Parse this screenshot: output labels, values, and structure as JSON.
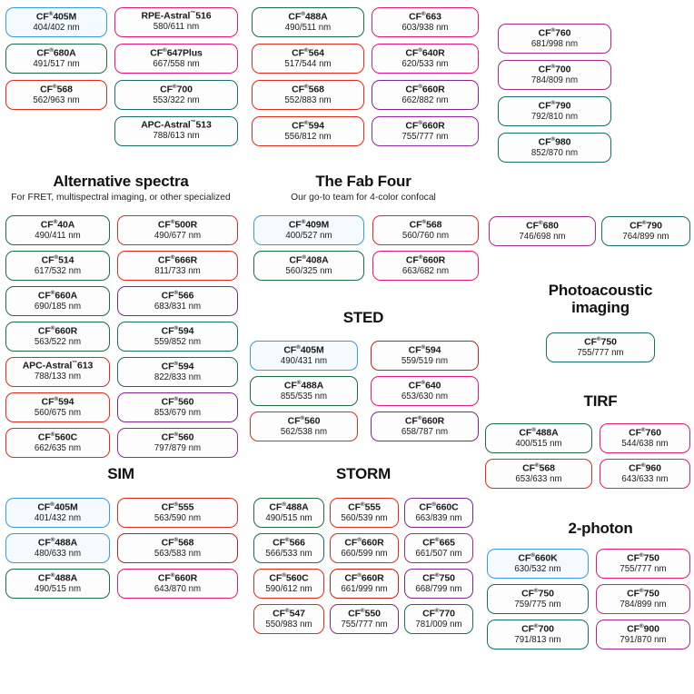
{
  "page": {
    "title": "CF Dye fluorophore selection chart",
    "background": "#ffffff",
    "registered_mark": "®",
    "trademark_mark": "™"
  },
  "palette": {
    "blue": "#3b9ad9",
    "green": "#1f6b43",
    "teal": "#1b6b68",
    "red": "#e02b20",
    "darkred": "#c0211c",
    "pink": "#e3197c",
    "magenta": "#d4218f",
    "purple": "#7b2a8c",
    "violet": "#8e2d9e",
    "plum": "#a22d86"
  },
  "sections": [
    {
      "id": "top-left",
      "heading": "",
      "subheading": "",
      "columns": 2,
      "boxes": [
        {
          "name": "CF®405M",
          "spec": "404/402 nm",
          "color": "blue"
        },
        {
          "name": "RPE-Astral™516",
          "spec": "580/611 nm",
          "color": "pink"
        },
        {
          "name": "CF®680A",
          "spec": "491/517 nm",
          "color": "green"
        },
        {
          "name": "CF®647Plus",
          "spec": "667/558 nm",
          "color": "pink"
        },
        {
          "name": "CF®568",
          "spec": "562/963 nm",
          "color": "red"
        },
        {
          "name": "CF®700",
          "spec": "553/322 nm",
          "color": "teal"
        },
        {
          "name": "",
          "spec": "",
          "color": "none"
        },
        {
          "name": "APC-Astral™513",
          "spec": "788/613 nm",
          "color": "teal"
        }
      ]
    },
    {
      "id": "top-middle",
      "heading": "",
      "subheading": "",
      "columns": 2,
      "boxes": [
        {
          "name": "CF®488A",
          "spec": "490/511 nm",
          "color": "green"
        },
        {
          "name": "CF®663",
          "spec": "603/938 nm",
          "color": "pink"
        },
        {
          "name": "CF®564",
          "spec": "517/544 nm",
          "color": "red"
        },
        {
          "name": "CF®640R",
          "spec": "620/533 nm",
          "color": "pink"
        },
        {
          "name": "CF®568",
          "spec": "552/883 nm",
          "color": "red"
        },
        {
          "name": "CF®660R",
          "spec": "662/882 nm",
          "color": "purple"
        },
        {
          "name": "CF®594",
          "spec": "556/812 nm",
          "color": "red"
        },
        {
          "name": "CF®660R",
          "spec": "755/777 nm",
          "color": "violet"
        }
      ]
    },
    {
      "id": "top-right",
      "heading": "",
      "subheading": "",
      "columns": 1,
      "boxes": [
        {
          "name": "CF®760",
          "spec": "681/998 nm",
          "color": "plum"
        },
        {
          "name": "CF®700",
          "spec": "784/809 nm",
          "color": "plum"
        },
        {
          "name": "CF®790",
          "spec": "792/810 nm",
          "color": "teal"
        },
        {
          "name": "CF®980",
          "spec": "852/870 nm",
          "color": "teal"
        }
      ]
    },
    {
      "id": "alternative-spectra",
      "heading": "Alternative spectra",
      "subheading": "For FRET, multispectral imaging, or other specialized",
      "columns": 2,
      "boxes": [
        {
          "name": "CF®40A",
          "spec": "490/411 nm",
          "color": "green"
        },
        {
          "name": "CF®500R",
          "spec": "490/677 nm",
          "color": "red"
        },
        {
          "name": "CF®514",
          "spec": "617/532 nm",
          "color": "green"
        },
        {
          "name": "CF®666R",
          "spec": "811/733 nm",
          "color": "red"
        },
        {
          "name": "CF®660A",
          "spec": "690/185 nm",
          "color": "green"
        },
        {
          "name": "CF®566",
          "spec": "683/831 nm",
          "color": "purple"
        },
        {
          "name": "CF®660R",
          "spec": "563/522 nm",
          "color": "green"
        },
        {
          "name": "CF®594",
          "spec": "559/852 nm",
          "color": "teal"
        },
        {
          "name": "APC-Astral™613",
          "spec": "788/133 nm",
          "color": "red"
        },
        {
          "name": "CF®594",
          "spec": "822/833 nm",
          "color": "teal"
        },
        {
          "name": "CF®594",
          "spec": "560/675 nm",
          "color": "red"
        },
        {
          "name": "CF®560",
          "spec": "853/679 nm",
          "color": "purple"
        },
        {
          "name": "CF®560C",
          "spec": "662/635 nm",
          "color": "red"
        },
        {
          "name": "CF®560",
          "spec": "797/879 nm",
          "color": "violet"
        }
      ]
    },
    {
      "id": "fab-four",
      "heading": "The Fab Four",
      "subheading": "Our go-to team for 4-color confocal",
      "columns": 2,
      "boxes": [
        {
          "name": "CF®409M",
          "spec": "400/527 nm",
          "color": "blue"
        },
        {
          "name": "CF®568",
          "spec": "560/760 nm",
          "color": "red"
        },
        {
          "name": "CF®408A",
          "spec": "560/325 nm",
          "color": "green"
        },
        {
          "name": "CF®660R",
          "spec": "663/682 nm",
          "color": "pink"
        }
      ]
    },
    {
      "id": "sted",
      "heading": "STED",
      "subheading": "",
      "columns": 2,
      "boxes": [
        {
          "name": "CF®405M",
          "spec": "490/431 nm",
          "color": "blue"
        },
        {
          "name": "CF®594",
          "spec": "559/519 nm",
          "color": "darkred"
        },
        {
          "name": "CF®488A",
          "spec": "855/535 nm",
          "color": "green"
        },
        {
          "name": "CF®640",
          "spec": "653/630 nm",
          "color": "pink"
        },
        {
          "name": "CF®560",
          "spec": "562/538 nm",
          "color": "red"
        },
        {
          "name": "CF®660R",
          "spec": "658/787 nm",
          "color": "purple"
        }
      ]
    },
    {
      "id": "sim",
      "heading": "SIM",
      "subheading": "",
      "columns": 2,
      "boxes": [
        {
          "name": "CF®405M",
          "spec": "401/432 nm",
          "color": "blue"
        },
        {
          "name": "CF®555",
          "spec": "563/590 nm",
          "color": "red"
        },
        {
          "name": "CF®488A",
          "spec": "480/633 nm",
          "color": "blue"
        },
        {
          "name": "CF®568",
          "spec": "563/583 nm",
          "color": "darkred"
        },
        {
          "name": "CF®488A",
          "spec": "490/515 nm",
          "color": "green"
        },
        {
          "name": "CF®660R",
          "spec": "643/870 nm",
          "color": "pink"
        }
      ]
    },
    {
      "id": "storm",
      "heading": "STORM",
      "subheading": "",
      "columns": 3,
      "boxes": [
        {
          "name": "CF®488A",
          "spec": "490/515 nm",
          "color": "green"
        },
        {
          "name": "CF®555",
          "spec": "560/539 nm",
          "color": "red"
        },
        {
          "name": "CF®660C",
          "spec": "663/839 nm",
          "color": "purple"
        },
        {
          "name": "CF®566",
          "spec": "566/533 nm",
          "color": "teal"
        },
        {
          "name": "CF®660R",
          "spec": "660/599 nm",
          "color": "red"
        },
        {
          "name": "CF®665",
          "spec": "661/507 nm",
          "color": "plum"
        },
        {
          "name": "CF®560C",
          "spec": "590/612 nm",
          "color": "red"
        },
        {
          "name": "CF®660R",
          "spec": "661/999 nm",
          "color": "darkred"
        },
        {
          "name": "CF®750",
          "spec": "668/799 nm",
          "color": "purple"
        },
        {
          "name": "CF®547",
          "spec": "550/983 nm",
          "color": "red"
        },
        {
          "name": "CF®550",
          "spec": "755/777 nm",
          "color": "purple"
        },
        {
          "name": "CF®770",
          "spec": "781/009 nm",
          "color": "teal"
        }
      ]
    },
    {
      "id": "right-pair",
      "heading": "",
      "subheading": "",
      "columns": 2,
      "boxes": [
        {
          "name": "CF®680",
          "spec": "746/698 nm",
          "color": "plum"
        },
        {
          "name": "CF®790",
          "spec": "764/899 nm",
          "color": "teal"
        }
      ]
    },
    {
      "id": "photoacoustic",
      "heading": "Photoacoustic imaging",
      "heading_line1": "Photoacoustic",
      "heading_line2": "imaging",
      "subheading": "",
      "columns": 1,
      "boxes": [
        {
          "name": "CF®750",
          "spec": "755/777 nm",
          "color": "teal"
        }
      ]
    },
    {
      "id": "tirf",
      "heading": "TIRF",
      "subheading": "",
      "columns": 2,
      "boxes": [
        {
          "name": "CF®488A",
          "spec": "400/515 nm",
          "color": "green"
        },
        {
          "name": "CF®760",
          "spec": "544/638 nm",
          "color": "pink"
        },
        {
          "name": "CF®568",
          "spec": "653/633 nm",
          "color": "red"
        },
        {
          "name": "CF®960",
          "spec": "643/633 nm",
          "color": "pink"
        }
      ]
    },
    {
      "id": "two-photon",
      "heading": "2-photon",
      "subheading": "",
      "columns": 2,
      "boxes": [
        {
          "name": "CF®660K",
          "spec": "630/532 nm",
          "color": "blue"
        },
        {
          "name": "CF®750",
          "spec": "755/777 nm",
          "color": "pink"
        },
        {
          "name": "CF®750",
          "spec": "759/775 nm",
          "color": "teal"
        },
        {
          "name": "CF®750",
          "spec": "784/899 nm",
          "color": "magenta"
        },
        {
          "name": "CF®700",
          "spec": "791/813 nm",
          "color": "teal"
        },
        {
          "name": "CF®900",
          "spec": "791/870 nm",
          "color": "plum"
        }
      ]
    }
  ]
}
